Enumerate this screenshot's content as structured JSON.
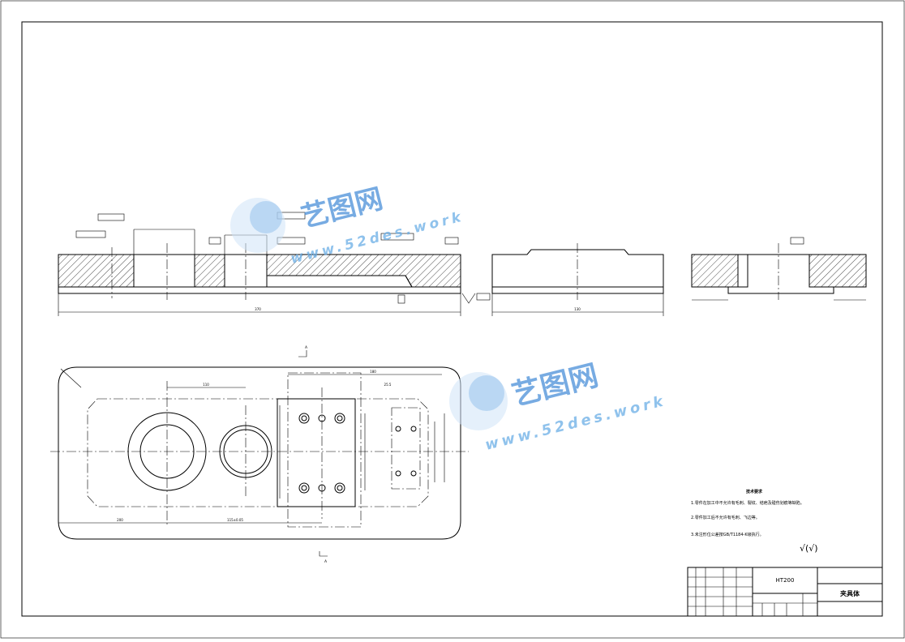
{
  "drawing": {
    "material": "HT200",
    "part_name": "夹具体",
    "tech_title": "技术要求",
    "tech_notes": [
      "1.零件在加工中不允许有毛刺、裂纹、结疤及碰伤划痕等缺陷。",
      "2.零件加工后不允许有毛刺、飞边等。",
      "3.未注形位公差按GB/T1184-K级执行。"
    ],
    "roughness_note": "√(√)"
  },
  "dims": {
    "overall_length": "370",
    "side_width": "130",
    "hole_center": "110",
    "plan_length": "180",
    "dim_25_5": "25.5",
    "dim_200": "200",
    "dim_115": "115±0.05"
  },
  "watermark": {
    "brand": "艺图网",
    "url": "www.52des.work"
  },
  "section_label": "A"
}
